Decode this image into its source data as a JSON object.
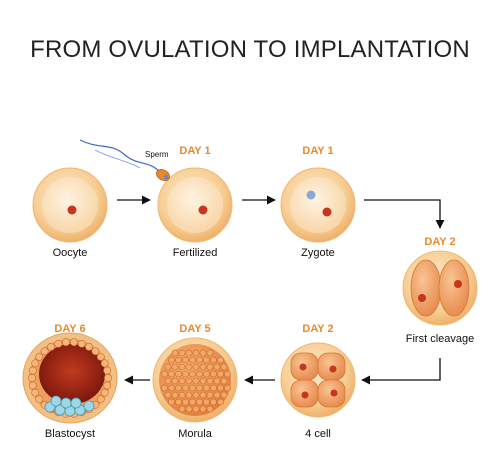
{
  "title": "FROM OVULATION TO IMPLANTATION",
  "annotations": {
    "sperm": "Sperm"
  },
  "stages": [
    {
      "label": "Oocyte",
      "day": ""
    },
    {
      "label": "Fertilized",
      "day": "DAY 1"
    },
    {
      "label": "Zygote",
      "day": "DAY 1"
    },
    {
      "label": "First cleavage",
      "day": "DAY 2"
    },
    {
      "label": "4 cell",
      "day": "DAY 2"
    },
    {
      "label": "Morula",
      "day": "DAY 5"
    },
    {
      "label": "Blastocyst",
      "day": "DAY 6"
    }
  ],
  "colors": {
    "day_label": "#e8892b",
    "cell_outer": "#f6c989",
    "cell_inner": "#f9dcb2",
    "nucleus": "#c8351f",
    "pronucleus_blue": "#8aa9d6",
    "arrow": "#111111"
  }
}
